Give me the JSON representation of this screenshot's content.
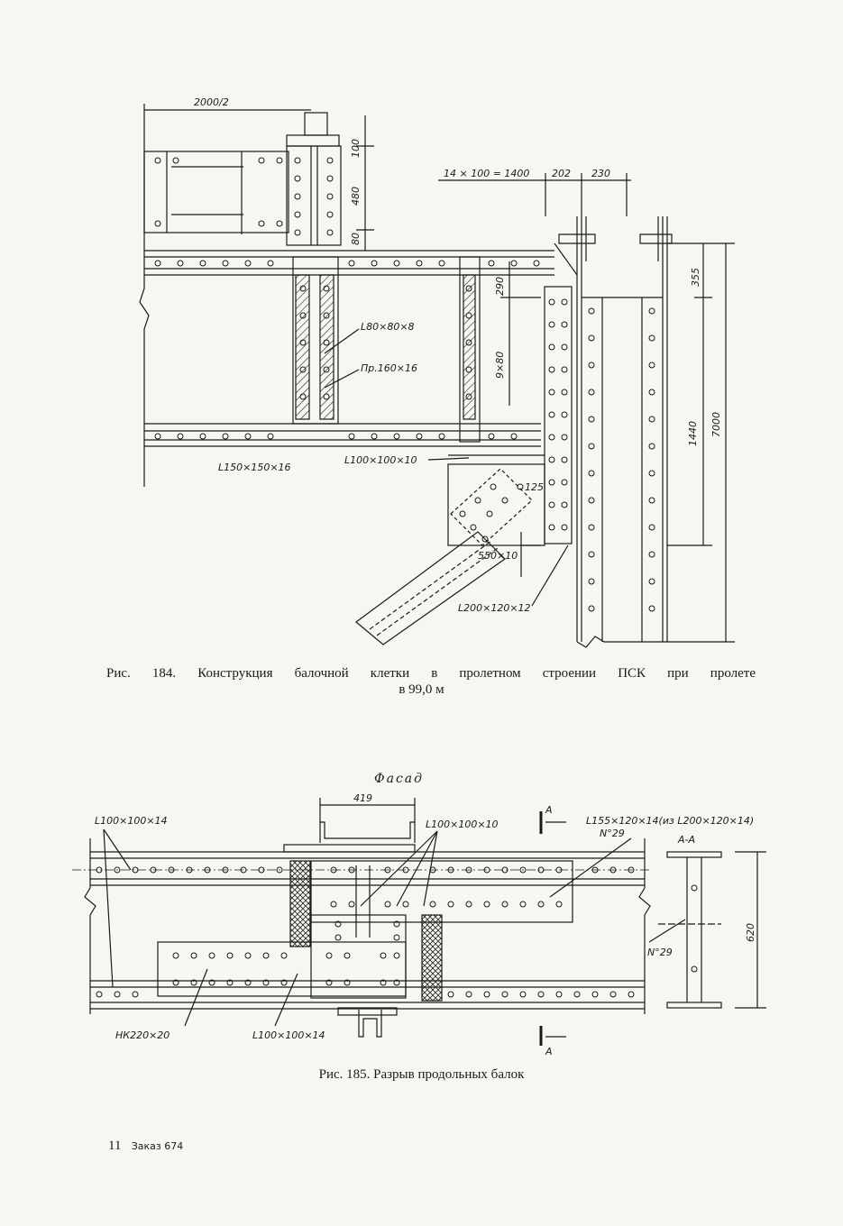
{
  "figure184": {
    "dimensions": {
      "top_width": "2000/2",
      "h100": "100",
      "h480": "480",
      "h80": "80",
      "spacing": "14 × 100 = 1400",
      "w202": "202",
      "w230": "230",
      "h290": "290",
      "h9x80": "9×80",
      "h355": "355",
      "h1440": "1440",
      "h7000": "7000",
      "d125": "125"
    },
    "labels": {
      "angle_80": "L80×80×8",
      "plate_160": "Пр.160×16",
      "angle_150": "L150×150×16",
      "angle_100": "L100×100×10",
      "plate_550": "550×10",
      "angle_200": "L200×120×12"
    },
    "caption_line1": "Рис. 184. Конструкция балочной клетки в пролетном строении ПСК при пролете",
    "caption_line2": "в 99,0 м"
  },
  "figure185": {
    "title": "Фасад",
    "dimensions": {
      "w419": "419",
      "h620": "620"
    },
    "labels": {
      "angle_100_14_top": "L100×100×14",
      "angle_100_10": "L100×100×10",
      "angle_155": "L155×120×14(из L200×120×14)",
      "n29_top": "N°29",
      "section_title": "А-А",
      "n29_section": "N°29",
      "section_a_top": "А",
      "section_a_bottom": "А",
      "plate_nk": "НК220×20",
      "angle_100_14_bottom": "L100×100×14"
    },
    "caption": "Рис. 185. Разрыв продольных балок"
  },
  "footer": {
    "page_number": "11",
    "order": "Заказ 674"
  }
}
